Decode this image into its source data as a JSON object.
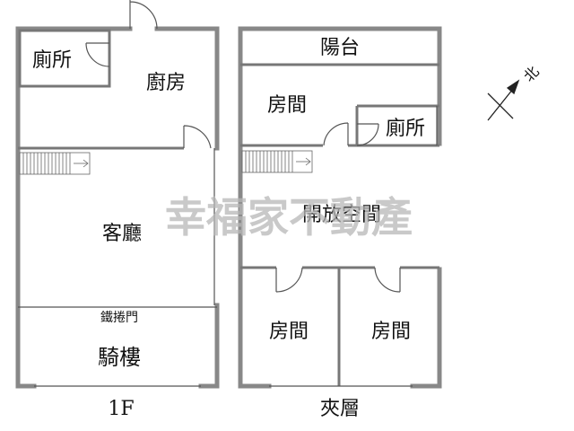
{
  "watermark": "幸福家不動產",
  "floor_1f": {
    "caption": "1F",
    "rooms": {
      "toilet": "廁所",
      "kitchen": "廚房",
      "living_room": "客廳",
      "shutter": "鐵捲門",
      "arcade": "騎樓"
    }
  },
  "floor_mezz": {
    "caption": "夾層",
    "rooms": {
      "balcony": "陽台",
      "bedroom_top": "房間",
      "toilet": "廁所",
      "open_space": "開放空間",
      "bedroom_left": "房間",
      "bedroom_right": "房間"
    }
  },
  "compass": {
    "label": "北",
    "icon": "north-arrow-icon"
  },
  "colors": {
    "wall": "#888888",
    "thin_line": "#555555",
    "text": "#111111",
    "watermark": "#b7b7b7"
  }
}
